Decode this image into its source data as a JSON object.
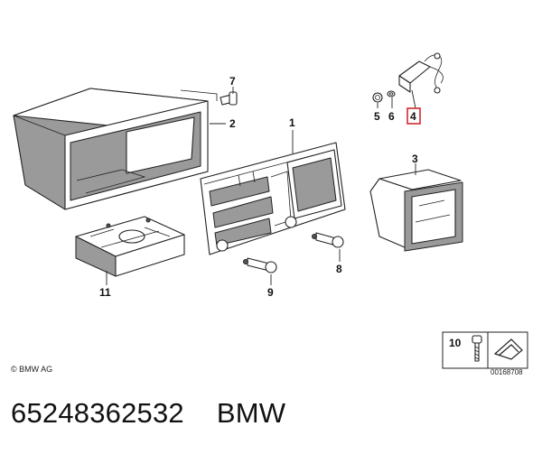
{
  "diagram": {
    "callouts": {
      "c1": "1",
      "c2": "2",
      "c3": "3",
      "c4": "4",
      "c5": "5",
      "c6": "6",
      "c7": "7",
      "c8": "8",
      "c9": "9",
      "c10": "10",
      "c11": "11"
    },
    "highlight_color": "#d2282e",
    "copyright": "© BMW AG",
    "diagram_id": "00168708"
  },
  "caption": {
    "part_number": "65248362532",
    "brand": "BMW"
  }
}
